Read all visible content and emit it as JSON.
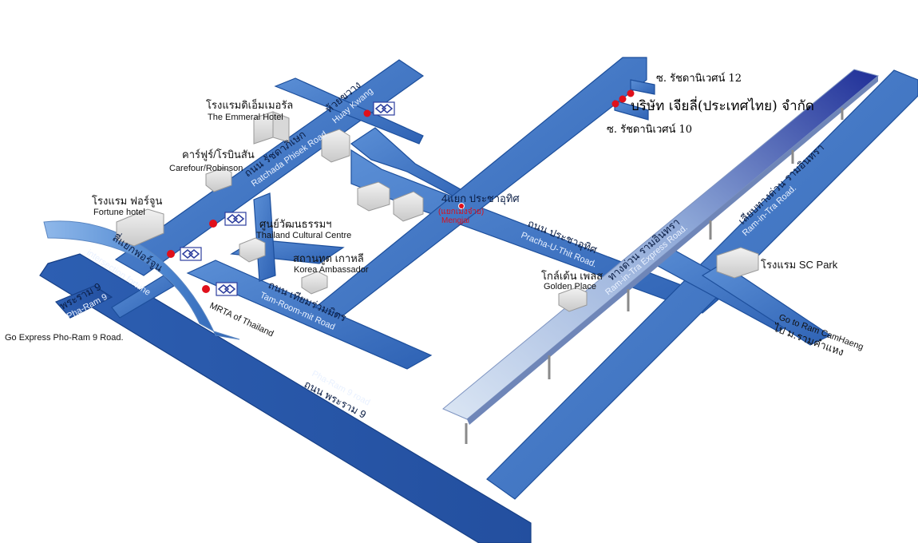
{
  "roads": {
    "ratchada_th": "ถนน รัชดาภิเษก",
    "ratchada_en": "Ratchada Phisek Road.",
    "huay_kwang_th": "ห้วยขวาง",
    "huay_kwang_en": "Huay Kwang",
    "pracha_th": "ถนน ประชาอุทิศ",
    "pracha_en": "Pracha-U-Thit Road.",
    "intersection_th": "4แยก ประชาอุทิศ",
    "mengjai_th": "(แยกเม่งจ๋าย)",
    "mengjai_en": "Mengjai",
    "tiam_th": "ถนน เทียมร่วมมิตร",
    "tiam_en": "Tam-Room-mit  Road",
    "pharam9_th": "ถนน พระราม 9",
    "pharam9_en": "Pha-Ram 9 road",
    "pharam9_short_th": "พระราม 9",
    "pharam9_short_en": "Pha-Ram 9",
    "fortune_th": "สี่แยกฟอร์จูน",
    "fortune_en": "intersection fortune",
    "expressway_th": "ทางด่วน รามอินทรา",
    "expressway_en": "Ram-in-Tra Express Road.",
    "ramintra_th": "เลียบทางด่วน รามอินทรา",
    "ramintra_en": "Ram-in-Tra Road."
  },
  "places": {
    "emmeral_th": "โรงแรมดิเอ็มเมอรัล",
    "emmeral_en": "The Emmeral Hotel",
    "carefour_th": "คาร์ฟูร์/โรบินสัน",
    "carefour_en": "Carefour/Robinson",
    "fortune_hotel_th": "โรงแรม ฟอร์จูน",
    "fortune_hotel_en": "Fortune hotel",
    "cultural_th": "ศูนย์วัฒนธรรมฯ",
    "cultural_en": "Thailand Cultural Centre",
    "korea_th": "สถานทูต เกาหลี",
    "korea_en": "Korea Ambassador",
    "mrta_en": "MRTA of Thailand",
    "golden_th": "โกล์เด้น เพลส",
    "golden_en": "Golden Place",
    "scpark_th": "โรงแรม SC Park"
  },
  "company": {
    "name": "บริษัท เจียลี่(ประเทศไทย) จำกัด",
    "soi12": "ซ. รัชดานิเวศน์ 12",
    "soi10": "ซ. รัชดานิเวศน์ 10"
  },
  "directions": {
    "express_pharam9": "Go Express Pho-Ram 9 Road.",
    "ramkhamhaeng_en": "Go to  Ram CamHaeng",
    "ramkhamhaeng_th": "ไป ม.รามคำแหง"
  },
  "icons": {
    "mrt": "mrt-station-icon",
    "marker": "red-dot-marker",
    "building": "building-block-icon"
  },
  "colors": {
    "road": "#3a74c6",
    "road_edge": "#1d4f9c",
    "expressway": "#9bb7e0",
    "marker": "#e0101b",
    "mrt_logo": "#2d3e9e"
  }
}
